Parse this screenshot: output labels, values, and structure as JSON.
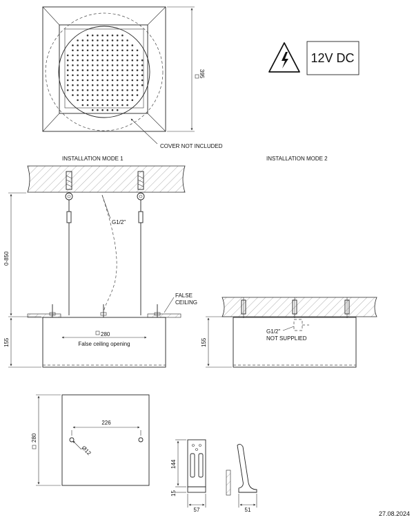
{
  "top_view": {
    "dim_395": "395",
    "cover_note": "COVER NOT INCLUDED"
  },
  "warning": {
    "voltage": "12V DC",
    "icon": "high-voltage-icon"
  },
  "mode1": {
    "title": "INSTALLATION MODE 1",
    "pipe": "G1/2\"",
    "false_ceiling_line1": "FALSE",
    "false_ceiling_line2": "CEILING",
    "dim_height": "0-850",
    "dim_155": "155",
    "dim_280": "280",
    "opening": "False ceiling opening"
  },
  "mode2": {
    "title": "INSTALLATION MODE 2",
    "pipe": "G1/2\"",
    "not_supplied": "NOT SUPPLIED",
    "dim_155": "155"
  },
  "plate": {
    "dim_280": "280",
    "dim_226": "226",
    "dim_hole": "Ø12"
  },
  "bracket": {
    "dim_144": "144",
    "dim_15": "15",
    "dim_57": "57",
    "dim_51": "51"
  },
  "date": "27.08.2024"
}
